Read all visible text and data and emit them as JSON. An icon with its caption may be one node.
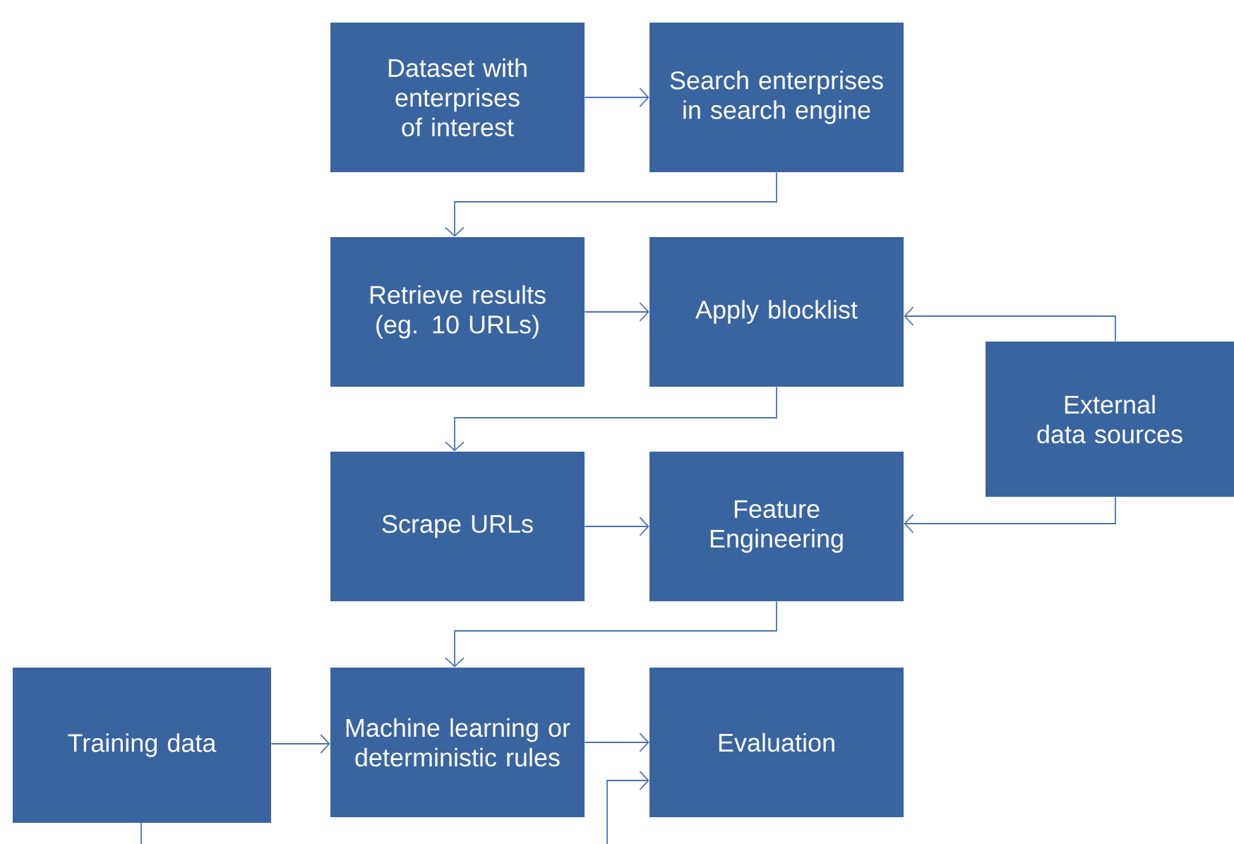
{
  "diagram": {
    "nodes": [
      {
        "text": [
          "Dataset with enterprises of interest"
        ]
      },
      {
        "text": [
          "Search enterprises in search engine"
        ]
      },
      {
        "text": [
          "Retrieve results (eg. 10 URLs)"
        ]
      },
      {
        "text": [
          "Apply blocklist"
        ]
      },
      {
        "text": [
          "External data sources"
        ]
      },
      {
        "text": [
          "Scrape URLs"
        ]
      },
      {
        "text": [
          "Feature Engineering"
        ]
      },
      {
        "text": [
          "Training data"
        ]
      },
      {
        "text": [
          "Machine learning or deterministic rules"
        ]
      },
      {
        "text": [
          "Evaluation"
        ]
      }
    ],
    "edges": [
      {
        "from": 0,
        "to": 1,
        "arrow": "to"
      },
      {
        "from": 1,
        "to": 2,
        "arrow": "to"
      },
      {
        "from": 2,
        "to": 3,
        "arrow": "to"
      },
      {
        "from": 4,
        "to": 3,
        "arrow": "to"
      },
      {
        "from": 3,
        "to": 5,
        "arrow": "to"
      },
      {
        "from": 5,
        "to": 6,
        "arrow": "to"
      },
      {
        "from": 4,
        "to": 6,
        "arrow": "to"
      },
      {
        "from": 6,
        "to": 8,
        "arrow": "to"
      },
      {
        "from": 7,
        "to": 8,
        "arrow": "to"
      },
      {
        "from": 8,
        "to": 9,
        "arrow": "to"
      },
      {
        "from": 7,
        "to": null,
        "arrow": "none"
      },
      {
        "from": null,
        "to": 9,
        "arrow": "to"
      }
    ]
  }
}
